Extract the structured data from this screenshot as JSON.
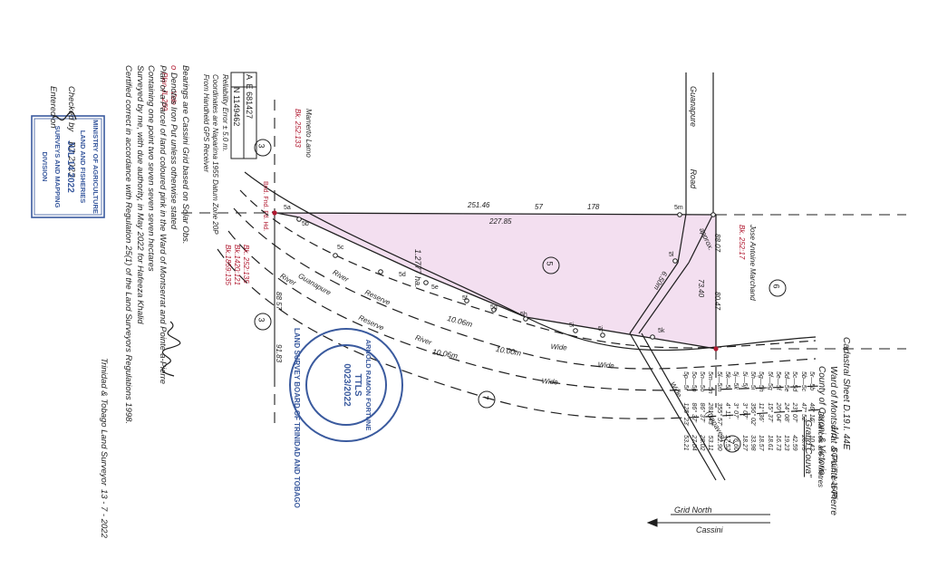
{
  "plan": {
    "vide": "Vide",
    "plan_ref": "Plan JL.259",
    "cadastral_sheet": "Cadastral Sheet D.19.I. 44E",
    "sheet_fraction": "1/d",
    "ward": "Ward of Montserrat & Pointe-a-Pierre",
    "county": "County of Caroni & Victoria",
    "place_name": "\"Grand Couva\"",
    "scale": "SCALE 1:1500",
    "distances_note": "Distances are in Metres",
    "north_grid": "Grid North",
    "north_cassini": "Cassini"
  },
  "notes": {
    "bearings": "Bearings are Cassini Grid based on Solar Obs.",
    "iron_put_symbol": "o",
    "iron_put": "Denotes Iron Put unless otherwise stated",
    "plan_of": "Plan of a Parcel of land coloured pink in the Ward of Montserrat and Pointe-a-Pierre",
    "containing": "Containing one point two seven seven seven hectares",
    "surveyed": "Surveyed by me, with due authority, in May 2022 for Hafeeza Khalid",
    "certified": "Certified correct in accordance with Regulation 25(1) of the Land Surveyors Regulations 1998.",
    "checked_label": "Checked by",
    "checked_sig": "R2 2023",
    "entered_label": "Entered on",
    "trinidad_surveyor": "Trinidad & Tobago Land Surveyor",
    "date": "13 - 7 - 2022"
  },
  "coords": {
    "label_a": "A",
    "e_label": "E",
    "e_value": "681427",
    "n_label": "N",
    "n_value": "1149462",
    "reliability": "Reliability Error ± 5.0 m.",
    "system": "Coordinates are Naparima 1955 Datum Zone 20P",
    "source": "From Handheld GPS Receiver"
  },
  "map": {
    "road_name": "Guanapure",
    "road_word": "Road",
    "unpaved": "(Unpaved)",
    "wide": "Wide",
    "reserve": "Reserve",
    "river": "River",
    "guanapure_river": "Guanapure",
    "approx": "approx.",
    "area": "1.2777 ha.",
    "parcel_number": "5",
    "neighbour_3": "3",
    "neighbour_6": "6",
    "neighbour_7": "7",
    "widths": [
      "10.06m",
      "10.00m",
      "10.06m",
      "6.50m"
    ],
    "owner_north_name": "Mamerto Lamo",
    "owner_north_bk": "Bk. 252:133",
    "owner_east_name": "Jose Antoine Marchand",
    "owner_east_bk": "Bk. 252:17",
    "owner_south_bks": [
      "Bk. 252:135",
      "Bk.1420:121",
      "Bk.1859:135"
    ],
    "dims": [
      "251.46",
      "227.85",
      "178",
      "57",
      "88",
      "07",
      "80.47",
      "73.40",
      "91.83",
      "88",
      "57"
    ],
    "bnd_fnd": "Bnd. Fnd. Fd. Hd.",
    "stations": [
      "5a",
      "5b",
      "5c",
      "5d",
      "5e",
      "5f",
      "5g",
      "5h",
      "5i",
      "5j",
      "5k",
      "5l",
      "5m"
    ]
  },
  "traverse": [
    [
      "5r—5b",
      "46° 16'",
      "10.42"
    ],
    [
      "5b—5c",
      "47° 52'",
      "26.75"
    ],
    [
      "5c—5d",
      "23° 07'",
      "42.59"
    ],
    [
      "5d—5e",
      "24° 08'",
      "19.23"
    ],
    [
      "5e—5f",
      "20° 04'",
      "16.73"
    ],
    [
      "5f—5g",
      "15° 37'",
      "18.61"
    ],
    [
      "5g—5h",
      "11° 36'",
      "18.57"
    ],
    [
      "5h—5i",
      "356° 02'",
      "33.98"
    ],
    [
      "5i—5j",
      "3° 07'",
      "18.27"
    ],
    [
      "5j—5k",
      "3° 07'",
      "6.60"
    ],
    [
      "5k—5l",
      "4° 11'",
      "17.52"
    ],
    [
      "5l—5m",
      "355° 57'",
      "22.90"
    ],
    [
      "5m—5n",
      "281° 43'",
      "53.11"
    ],
    [
      "5n—5o",
      "86° 37'",
      "28.02"
    ],
    [
      "5o—5p",
      "86° 37'",
      "27.04"
    ],
    [
      "5p—5r",
      "125° 23'",
      "53.21"
    ]
  ],
  "stamps": {
    "ministry": [
      "MINISTRY OF AGRICULTURE",
      "LAND AND FISHERIES",
      "JUL 14 2022",
      "SURVEYS AND MAPPING",
      "DIVISION"
    ],
    "board_ring": "LAND SURVEY BOARD OF TRINIDAD AND TOBAGO",
    "board_center": [
      "ARNOLD RAMON FORTUNE",
      "TTLS",
      "0023/2022"
    ]
  },
  "colors": {
    "ink": "#1f1f1f",
    "red": "#b0182f",
    "pink": "#f3dff0",
    "stamp_blue": "#3a5a9e"
  }
}
